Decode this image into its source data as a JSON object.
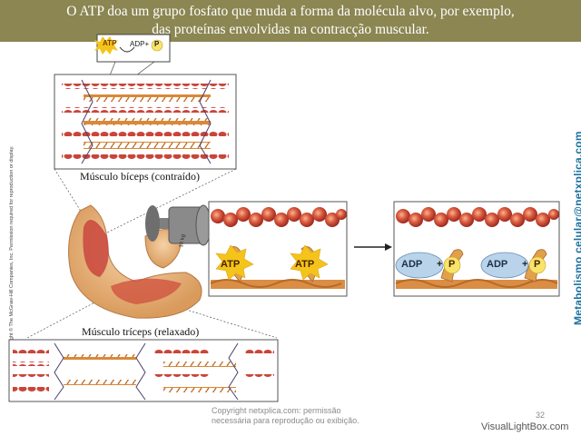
{
  "slide": {
    "title_line1": "O ATP doa um grupo fosfato que muda a forma da molécula alvo, por exemplo,",
    "title_line2": "das proteínas envolvidas na contracção muscular.",
    "side_credit": "Metabolismo celular@netxplica.com",
    "vertical_copyright": "Copyright © The McGraw-Hill Companies, Inc. Permission required for reproduction or display.",
    "watermark_line1": "Copyright  netxplica.com: permissão",
    "watermark_line2": "necessária para reprodução ou exibição.",
    "page_number": "32",
    "site_mark": "VisualLightBox.com"
  },
  "figure": {
    "inset_atp": "ATP",
    "inset_adp": "ADP+",
    "inset_p": "P",
    "biceps_label": "Músculo bíceps (contraído)",
    "triceps_label": "Músculo tríceps (relaxado)",
    "weight_label": "10 kg",
    "panel_left": {
      "atp_1": "ATP",
      "atp_2": "ATP"
    },
    "panel_right": {
      "adp_1": "ADP",
      "plus_1": "+",
      "p_1": "P",
      "adp_2": "ADP",
      "plus_2": "+",
      "p_2": "P"
    }
  },
  "colors": {
    "title_bar": "#8b8652",
    "actin_red": "#c9453a",
    "myosin_orange": "#d9893a",
    "atp_star": "#f4c41a",
    "adp_blue": "#b9d3ea",
    "side_text_blue": "#1d72a0"
  }
}
